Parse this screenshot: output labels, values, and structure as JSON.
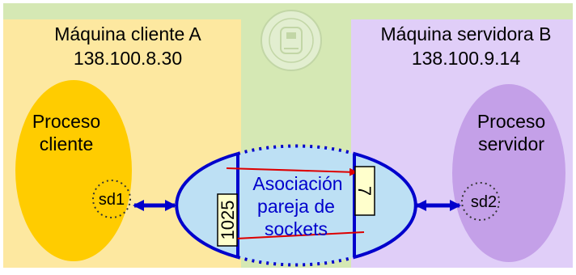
{
  "client": {
    "title": "Máquina cliente A",
    "ip": "138.100.8.30",
    "process_line1": "Proceso",
    "process_line2": "cliente",
    "socket": "sd1",
    "port": "1025"
  },
  "server": {
    "title": "Máquina servidora B",
    "ip": "138.100.9.14",
    "process_line1": "Proceso",
    "process_line2": "servidor",
    "socket": "sd2",
    "port": "7"
  },
  "association": {
    "line1": "Asociación",
    "line2": "pareja de",
    "line3": "sockets"
  },
  "colors": {
    "background": "#d5e8b4",
    "client_zone": "#fde8a0",
    "server_zone": "#e0cef8",
    "client_process": "#ffcc00",
    "server_process": "#c4a0e8",
    "association_fill": "#bde0f4",
    "blue_line": "#0000cc",
    "red_arrow": "#dd0000",
    "port_box": "#ffffcc"
  },
  "icons": {
    "emblem": "upm-university-seal-icon"
  }
}
